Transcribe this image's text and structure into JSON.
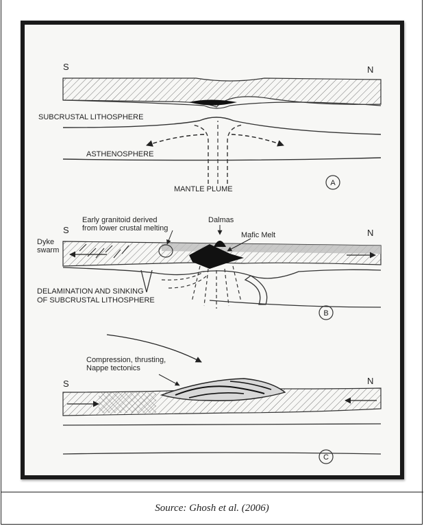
{
  "panels": [
    {
      "south": "S",
      "north": "N",
      "labels": [
        "SUBCRUSTAL LITHOSPHERE",
        "ASTHENOSPHERE",
        "MANTLE PLUME"
      ],
      "marker": "A"
    },
    {
      "south": "S",
      "north": "N",
      "granitoid_line1": "Early granitoid derived",
      "granitoid_line2": "from lower crustal melting",
      "dalmas": "Dalmas",
      "mafic_melt": "Mafic Melt",
      "dyke_line1": "Dyke",
      "dyke_line2": "swarm",
      "delam_line1": "DELAMINATION AND SINKING",
      "delam_line2": "OF SUBCRUSTAL LITHOSPHERE",
      "marker": "B"
    },
    {
      "south": "S",
      "north": "N",
      "comp_line1": "Compression, thrusting,",
      "comp_line2": "Nappe tectonics",
      "marker": "C"
    }
  ],
  "caption": "Source: Ghosh et al. (2006)"
}
